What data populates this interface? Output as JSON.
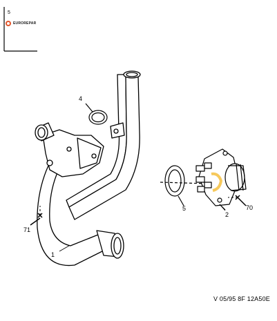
{
  "brand": {
    "logo_text": "EUROREPAR",
    "logo_color": "#e3562b",
    "frame_mark": "5"
  },
  "reference_code": "V 05/95 8F 12A50E",
  "callouts": {
    "thermostat_housing_hose": "1",
    "water_pump": "2",
    "housing_seal": "4",
    "pump_gasket": "5",
    "bolt_housing": "71",
    "bolt_pump": "70"
  },
  "colors": {
    "line": "#000000",
    "highlight": "#f5c040"
  }
}
